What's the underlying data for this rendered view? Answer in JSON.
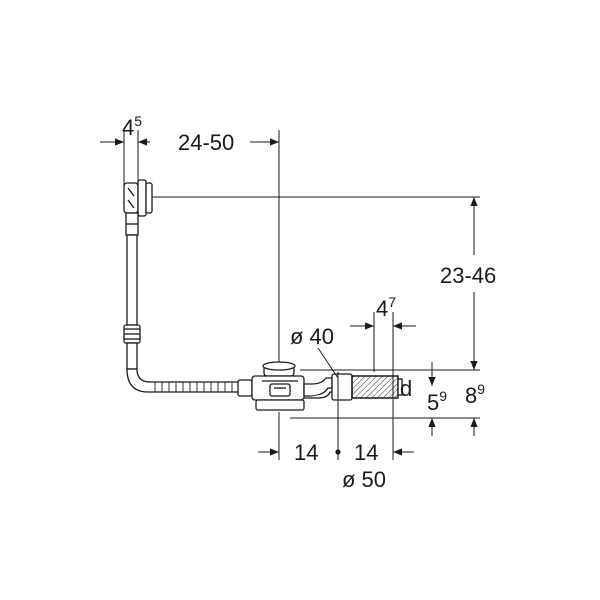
{
  "diagram": {
    "colors": {
      "line": "#1a1a1a",
      "part_fill": "#ffffff",
      "hatch": "#333333"
    },
    "dimensions": {
      "d45": {
        "main": "4",
        "sup": "5"
      },
      "d2450": {
        "main": "24-50"
      },
      "d2346": {
        "main": "23-46"
      },
      "d47": {
        "main": "4",
        "sup": "7"
      },
      "d40": {
        "main": "ø 40"
      },
      "dd": {
        "main": "d"
      },
      "d59": {
        "main": "5",
        "sup": "9"
      },
      "d89": {
        "main": "8",
        "sup": "9"
      },
      "d14a": {
        "main": "14"
      },
      "d14b": {
        "main": "14"
      },
      "d50": {
        "main": "ø 50"
      }
    }
  }
}
